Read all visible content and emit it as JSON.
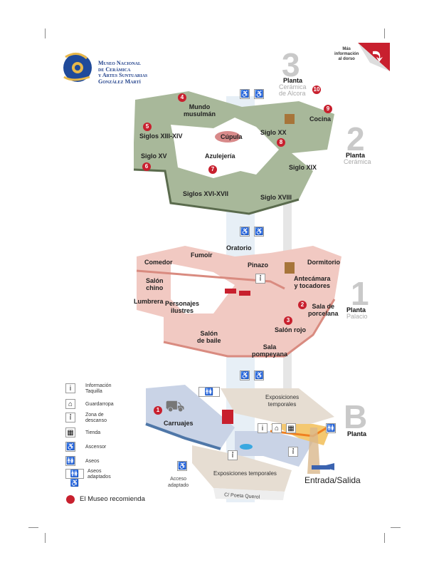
{
  "logo": {
    "line1": "Museo Nacional",
    "line2": "de Cerámica",
    "line3": "y Artes Suntuarias",
    "line4": "González Martí"
  },
  "more_info": {
    "line1": "Más",
    "line2": "información",
    "line3": "al dorso"
  },
  "floor3": {
    "number": "3",
    "label": "Planta",
    "name1": "Cerámica",
    "name2": "de Alcora",
    "marker": "10"
  },
  "floor2": {
    "number": "2",
    "label": "Planta",
    "name": "Cerámica",
    "rooms": {
      "mundo1": "Mundo",
      "mundo2": "musulmán",
      "siglos13": "Siglos XIII-XIV",
      "cupula": "Cúpula",
      "siglo20": "Siglo XX",
      "cocina": "Cocina",
      "siglo15": "Siglo XV",
      "azulejeria": "Azulejería",
      "siglo19": "Siglo XIX",
      "siglos16": "Siglos XVI-XVII",
      "siglo18": "Siglo XVIII"
    },
    "markers": [
      "4",
      "5",
      "6",
      "7",
      "8",
      "9"
    ]
  },
  "floor1": {
    "number": "1",
    "label": "Planta",
    "name": "Palacio",
    "rooms": {
      "oratorio": "Oratorio",
      "fumoir": "Fumoir",
      "comedor": "Comedor",
      "pinazo": "Pinazo",
      "dormitorio": "Dormitorio",
      "chino1": "Salón",
      "chino2": "chino",
      "ante1": "Antecámara",
      "ante2": "y tocadores",
      "lumbrera": "Lumbrera",
      "pers1": "Personajes",
      "pers2": "ilustres",
      "porc1": "Sala de",
      "porc2": "porcelana",
      "rojo": "Salón rojo",
      "baile1": "Salón",
      "baile2": "de baile",
      "pomp1": "Sala",
      "pomp2": "pompeyana"
    },
    "markers": [
      "2",
      "3"
    ]
  },
  "floorB": {
    "number": "B",
    "label": "Planta",
    "rooms": {
      "carruajes": "Carruajes",
      "expo1a": "Exposiciones",
      "expo1b": "temporales",
      "expo2": "Exposiciones temporales",
      "entrada": "Entrada/Salida",
      "acceso1": "Acceso",
      "acceso2": "adaptado",
      "calle": "C/ Poeta Querol"
    },
    "markers": [
      "1"
    ]
  },
  "legend": {
    "items": [
      {
        "icon": "info-icon",
        "l1": "Información",
        "l2": "Taquilla"
      },
      {
        "icon": "hanger-icon",
        "l1": "Guardarropa",
        "l2": ""
      },
      {
        "icon": "rest-icon",
        "l1": "Zona de",
        "l2": "descanso"
      },
      {
        "icon": "gift-icon",
        "l1": "Tienda",
        "l2": ""
      },
      {
        "icon": "elevator-icon",
        "l1": "Ascensor",
        "l2": ""
      },
      {
        "icon": "toilets-icon",
        "l1": "Aseos",
        "l2": ""
      },
      {
        "icon": "accessible-toilets-icon",
        "l1": "Aseos",
        "l2": "adaptados"
      }
    ],
    "recommend": "El Museo recomienda"
  },
  "colors": {
    "red": "#c8202e",
    "green": "#a8b89a",
    "pink": "#f1c9c2",
    "blue": "#c9d3e6",
    "beige": "#e6ddd2",
    "orange": "#f4a640"
  }
}
